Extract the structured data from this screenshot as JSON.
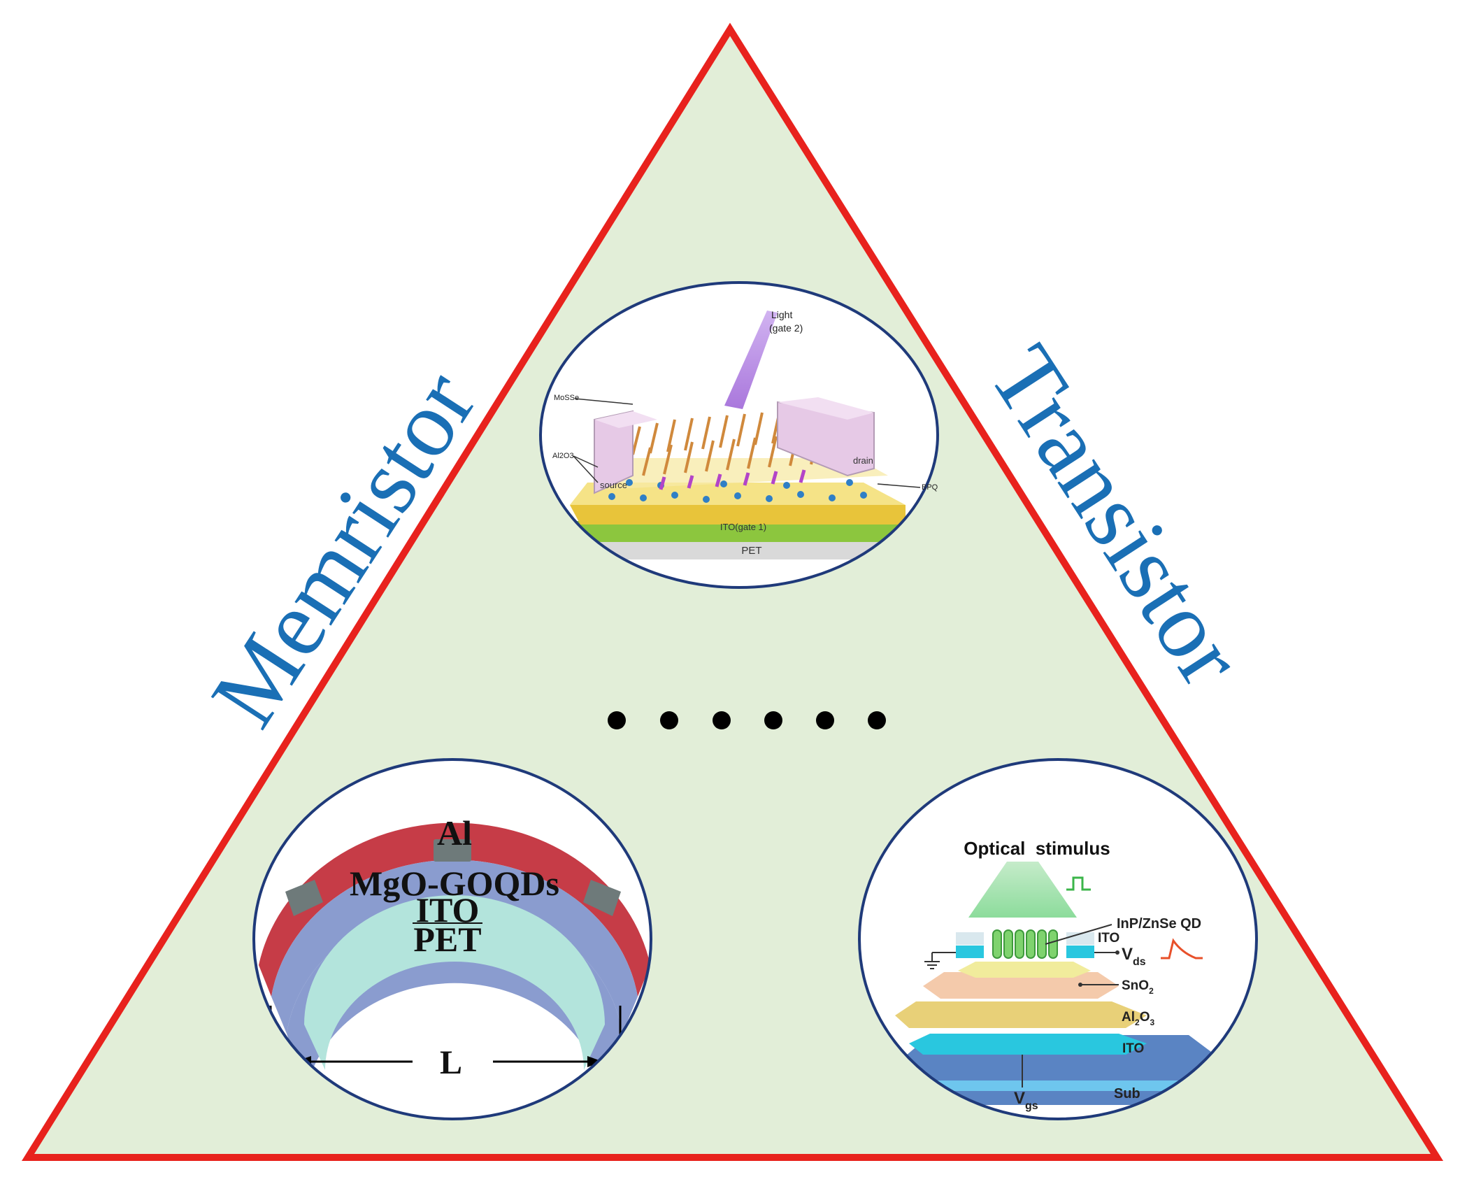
{
  "side_labels": {
    "left": "Memristor",
    "right": "Transistor"
  },
  "ellipsis": "• • • • • •",
  "top_device": {
    "light_line1": "Light",
    "light_line2": "(gate 2)",
    "channel": "MoSSe",
    "dielectric": "Al2O3",
    "source": "source",
    "drain": "drain",
    "dots": "BPQ",
    "gate1": "ITO(gate 1)",
    "substrate": "PET"
  },
  "memristor_device": {
    "top_electrode": "Al",
    "switching_layer": "MgO-GOQDs",
    "bottom_electrode": "ITO",
    "substrate": "PET",
    "length": "L"
  },
  "optical_device": {
    "title": "Optical  stimulus",
    "qd": "InP/ZnSe QD",
    "ito_top": "ITO",
    "vds_main": "V",
    "vds_sub": "ds",
    "sno2_main": "SnO",
    "sno2_sub": "2",
    "al2o3_a": "Al",
    "al2o3_sub1": "2",
    "al2o3_b": "O",
    "al2o3_sub2": "3",
    "ito_bottom": "ITO",
    "vgs_main": "V",
    "vgs_sub": "gs",
    "substrate": "Sub"
  },
  "colors": {
    "triangle_fill": "#e2eed8",
    "triangle_stroke": "#e8221d",
    "label_blue": "#1a6fb5",
    "circle_border": "#1f3a7a",
    "memristor_red": "#c63c47",
    "memristor_blue": "#8a9ccf",
    "memristor_cyan": "#b3e4dc",
    "pink_electrode": "#e6c9e6",
    "gold_layer": "#e8c43a",
    "green_layer": "#8cc63e"
  }
}
